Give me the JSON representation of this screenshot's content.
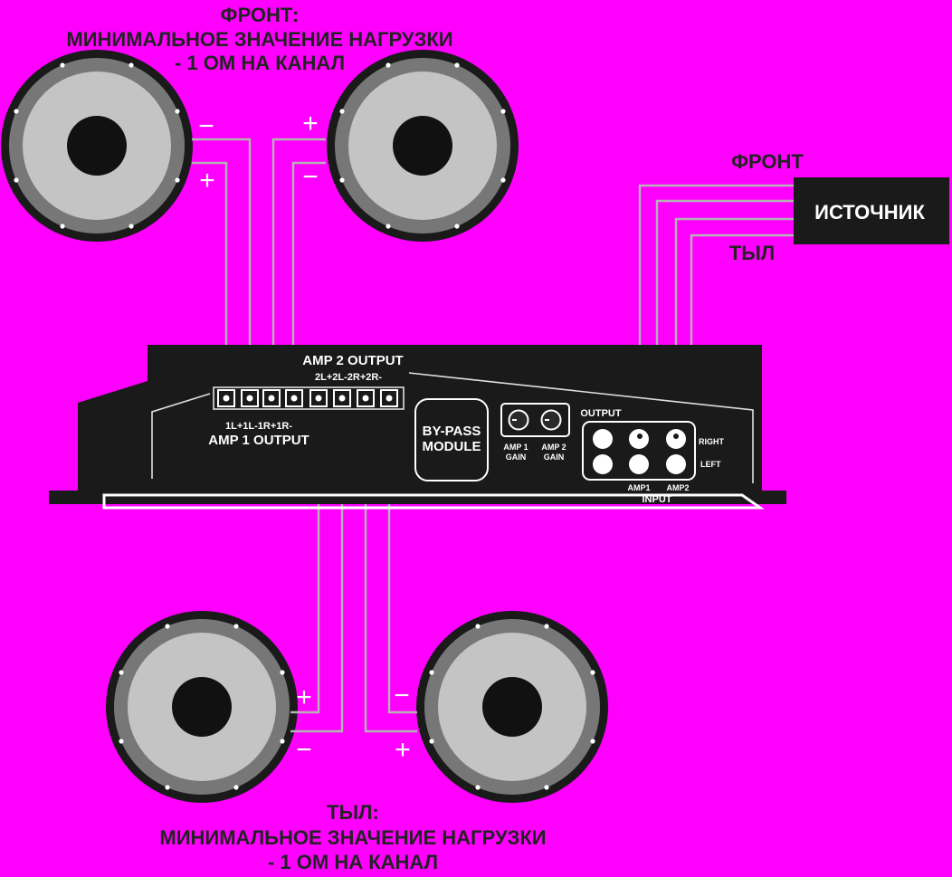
{
  "front_title": {
    "line1": "ФРОНТ:",
    "line2": "МИНИМАЛЬНОЕ ЗНАЧЕНИЕ НАГРУЗКИ",
    "line3": "- 1 ОМ НА КАНАЛ"
  },
  "rear_title": {
    "line1": "ТЫЛ:",
    "line2": "МИНИМАЛЬНОЕ ЗНАЧЕНИЕ НАГРУЗКИ",
    "line3": "- 1 ОМ НА КАНАЛ"
  },
  "source": {
    "label": "ИСТОЧНИК",
    "front_label": "ФРОНТ",
    "rear_label": "ТЫЛ"
  },
  "polarity": {
    "plus": "+",
    "minus": "−"
  },
  "amp": {
    "amp2_output_label": "AMP 2 OUTPUT",
    "amp2_terminals_label": "2L+2L-2R+2R-",
    "amp1_terminals_label": "1L+1L-1R+1R-",
    "amp1_output_label": "AMP 1 OUTPUT",
    "bypass_line1": "BY-PASS",
    "bypass_line2": "MODULE",
    "gain_output_label": "OUTPUT",
    "amp1_gain_line1": "AMP 1",
    "amp1_gain_line2": "GAIN",
    "amp2_gain_line1": "AMP 2",
    "amp2_gain_line2": "GAIN",
    "right_label": "RIGHT",
    "left_label": "LEFT",
    "amp1_input_label": "AMP1",
    "amp2_input_label": "AMP2",
    "input_label": "INPUT"
  },
  "colors": {
    "background": "#ff00ff",
    "amplifier_body": "#1a1a1a",
    "wire": "#b3b3b3",
    "speaker_rim": "#777777",
    "speaker_cone": "#c0c0c0",
    "speaker_cap": "#1a1a1a"
  }
}
